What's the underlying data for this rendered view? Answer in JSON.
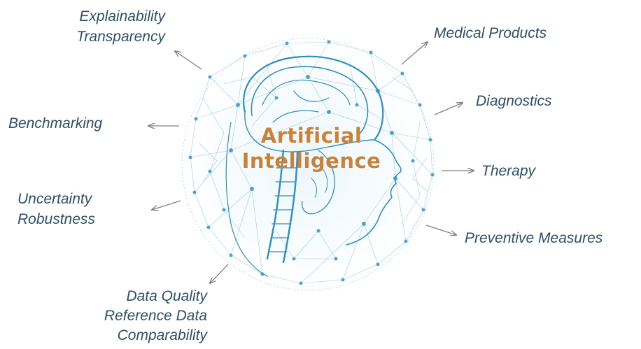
{
  "center": {
    "line1": "Artificial",
    "line2": "Intelligence"
  },
  "left": {
    "explainability": "Explainability",
    "transparency": "Transparency",
    "benchmarking": "Benchmarking",
    "uncertainty": "Uncertainty",
    "robustness": "Robustness"
  },
  "bottom": {
    "data_quality": "Data Quality",
    "reference_data": "Reference Data",
    "comparability": "Comparability"
  },
  "right": {
    "medical_products": "Medical Products",
    "diagnostics": "Diagnostics",
    "therapy": "Therapy",
    "preventive_measures": "Preventive Measures"
  },
  "colors": {
    "label_text": "#2f4f66",
    "title_text": "#c8823a",
    "arrow": "#808080",
    "network": "#7fb6d6",
    "brain": "#2d8fc4"
  }
}
